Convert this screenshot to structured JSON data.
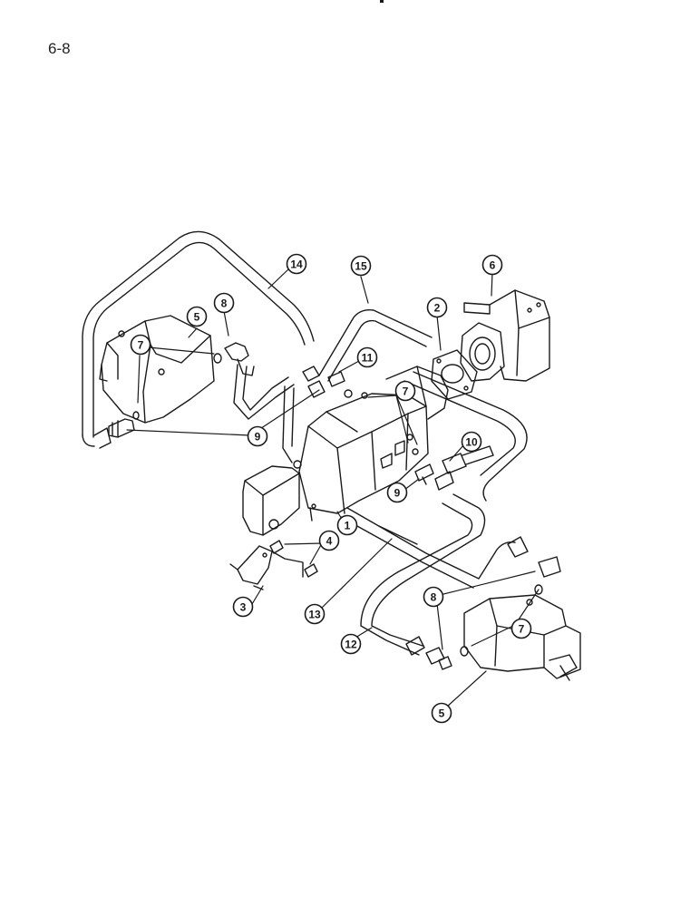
{
  "page": {
    "number": "6-8"
  },
  "colors": {
    "ink": "#1a1a1a",
    "paper": "#ffffff"
  },
  "callouts": [
    {
      "id": "c-14",
      "label": "14"
    },
    {
      "id": "c-15",
      "label": "15"
    },
    {
      "id": "c-6",
      "label": "6"
    },
    {
      "id": "c-8a",
      "label": "8"
    },
    {
      "id": "c-5a",
      "label": "5"
    },
    {
      "id": "c-7a",
      "label": "7"
    },
    {
      "id": "c-2",
      "label": "2"
    },
    {
      "id": "c-11",
      "label": "11"
    },
    {
      "id": "c-7b",
      "label": "7"
    },
    {
      "id": "c-9a",
      "label": "9"
    },
    {
      "id": "c-10",
      "label": "10"
    },
    {
      "id": "c-9b",
      "label": "9"
    },
    {
      "id": "c-1",
      "label": "1"
    },
    {
      "id": "c-4",
      "label": "4"
    },
    {
      "id": "c-3",
      "label": "3"
    },
    {
      "id": "c-13",
      "label": "13"
    },
    {
      "id": "c-8b",
      "label": "8"
    },
    {
      "id": "c-7c",
      "label": "7"
    },
    {
      "id": "c-12",
      "label": "12"
    },
    {
      "id": "c-5b",
      "label": "5"
    }
  ]
}
